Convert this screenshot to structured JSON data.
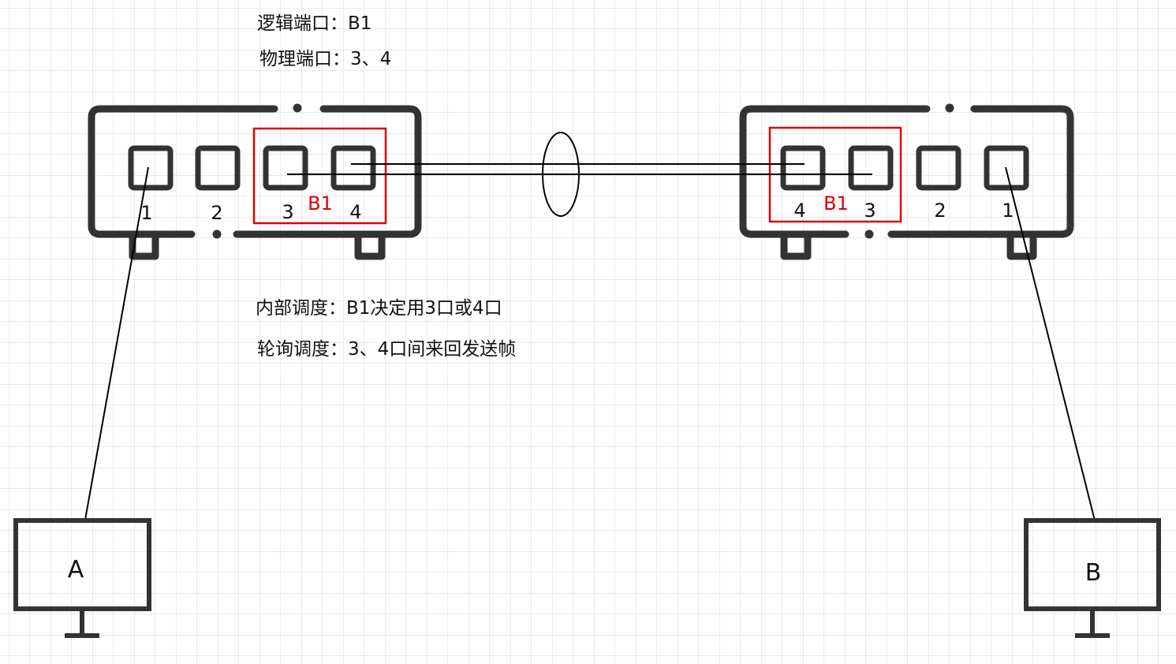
{
  "notes": {
    "logical_port": "逻辑端口：B1",
    "physical_ports": "物理端口：3、4",
    "internal_sched": "内部调度：B1决定用3口或4口",
    "polling_sched": "轮询调度：3、4口间来回发送帧"
  },
  "left_switch": {
    "ports": [
      "1",
      "2",
      "3",
      "4"
    ],
    "bundle_label": "B1"
  },
  "right_switch": {
    "ports": [
      "4",
      "3",
      "2",
      "1"
    ],
    "bundle_label": "B1"
  },
  "hosts": {
    "a": "A",
    "b": "B"
  },
  "colors": {
    "device_stroke": "#333333",
    "highlight": "#e00000",
    "grid": "#d6d6d6",
    "link": "#000000"
  },
  "icons": {
    "switch": "network-switch-icon",
    "host": "monitor-icon",
    "aggregation": "link-bundle-ellipse"
  }
}
